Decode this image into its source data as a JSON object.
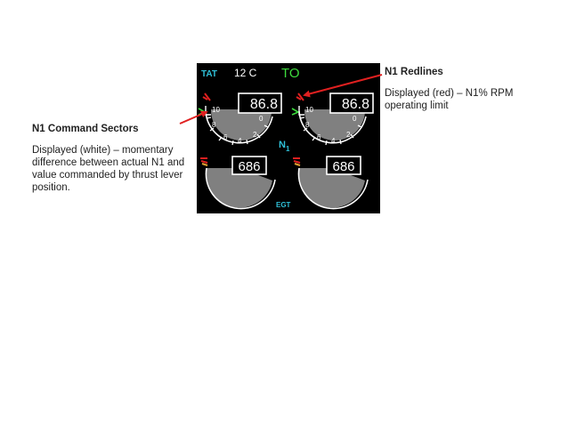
{
  "panel": {
    "tat_label": "TAT",
    "tat_value": "12 C",
    "mode": "TO",
    "n1_left": "86.8",
    "n1_right": "86.8",
    "egt_left": "686",
    "egt_right": "686",
    "n1_label_main": "N",
    "n1_label_sub": "1",
    "egt_label": "EGT",
    "scale": [
      "10",
      "8",
      "6",
      "4",
      "2",
      "0"
    ],
    "colors": {
      "cyan": "#2fc0d8",
      "green": "#3ddc3d",
      "red": "#e02020",
      "white": "#ffffff",
      "amber": "#e0a030"
    }
  },
  "callouts": {
    "command_sectors": {
      "title": "N1 Command Sectors",
      "desc": "Displayed (white) – momentary difference between actual N1 and value commanded by thrust lever position."
    },
    "redlines": {
      "title": "N1 Redlines",
      "desc": "Displayed (red) – N1% RPM operating limit"
    }
  }
}
